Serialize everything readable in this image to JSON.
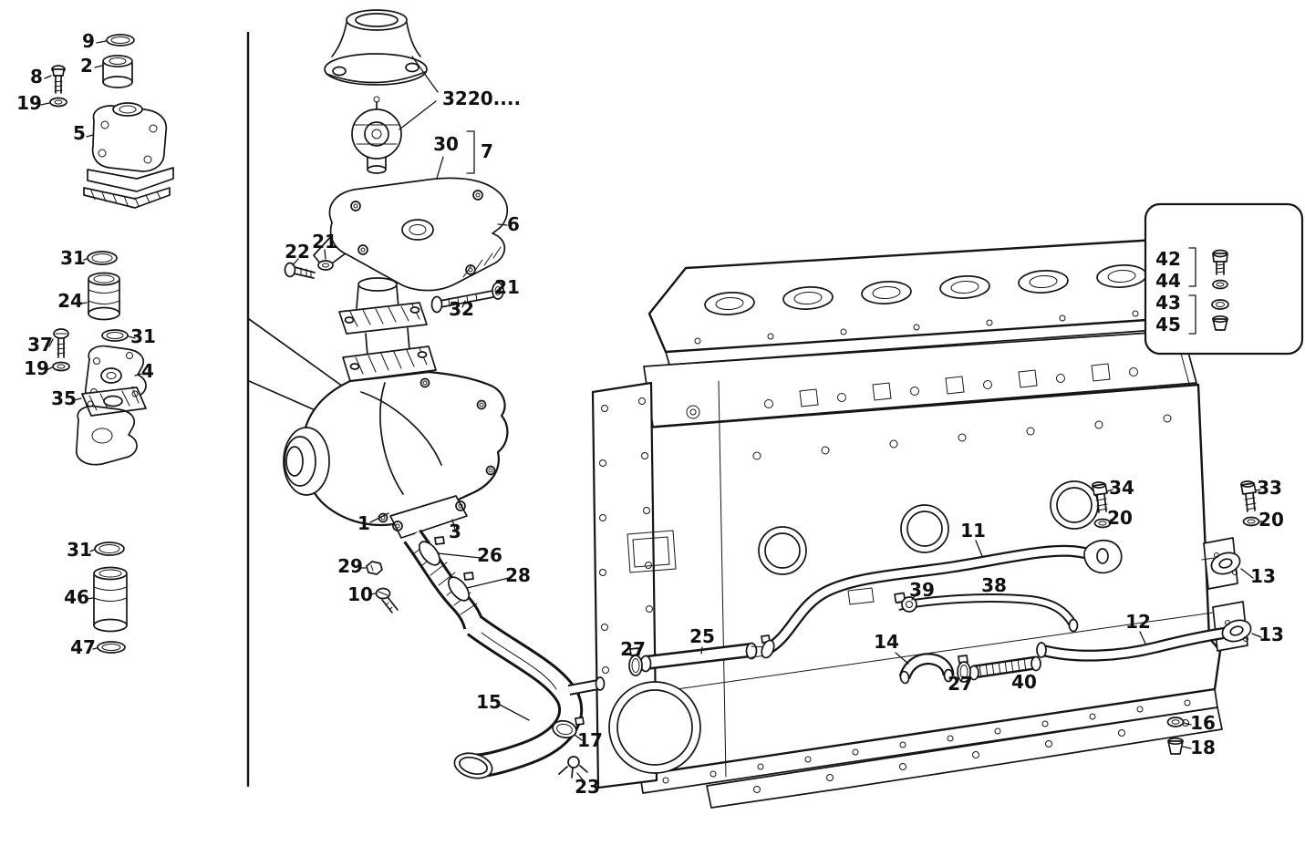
{
  "colors": {
    "ink": "#151515",
    "paper": "#ffffff"
  },
  "diagram": {
    "part_number_note": "3220....",
    "callouts": {
      "n1": "1",
      "n2": "2",
      "n3": "3",
      "n4": "4",
      "n5": "5",
      "n6": "6",
      "n7": "7",
      "n8": "8",
      "n9": "9",
      "n10": "10",
      "n11": "11",
      "n12": "12",
      "n13a": "13",
      "n13b": "13",
      "n14": "14",
      "n15": "15",
      "n16": "16",
      "n17": "17",
      "n18": "18",
      "n19a": "19",
      "n19b": "19",
      "n20a": "20",
      "n20b": "20",
      "n21a": "21",
      "n21b": "21",
      "n22": "22",
      "n23": "23",
      "n24": "24",
      "n25": "25",
      "n26": "26",
      "n27a": "27",
      "n27b": "27",
      "n28": "28",
      "n29": "29",
      "n30": "30",
      "n31a": "31",
      "n31b": "31",
      "n31c": "31",
      "n32": "32",
      "n33": "33",
      "n34": "34",
      "n35": "35",
      "n37": "37",
      "n38": "38",
      "n39": "39",
      "n40": "40",
      "n42": "42",
      "n43": "43",
      "n44": "44",
      "n45": "45",
      "n46": "46",
      "n47": "47"
    }
  }
}
